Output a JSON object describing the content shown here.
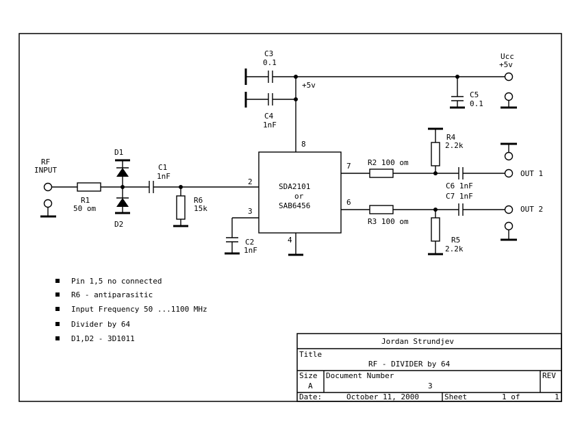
{
  "frame": {
    "border_color": "#000000",
    "background": "#ffffff"
  },
  "components": {
    "c3": {
      "ref": "C3",
      "value": "0.1"
    },
    "c4": {
      "ref": "C4",
      "value": "1nF"
    },
    "c5": {
      "ref": "C5",
      "value": "0.1"
    },
    "ucc": {
      "name": "Ucc",
      "value": "+5v"
    },
    "vcc_label": "+5v",
    "rf_input": {
      "line1": "RF",
      "line2": "INPUT"
    },
    "r1": {
      "ref": "R1",
      "value": "50 om"
    },
    "d1": "D1",
    "d2": "D2",
    "c1": {
      "ref": "C1",
      "value": "1nF"
    },
    "r6": {
      "ref": "R6",
      "value": "15k"
    },
    "c2": {
      "ref": "C2",
      "value": "1nF"
    },
    "ic": {
      "line1": "SDA2101",
      "line2": "or",
      "line3": "SAB6456"
    },
    "pins": {
      "p2": "2",
      "p3": "3",
      "p4": "4",
      "p6": "6",
      "p7": "7",
      "p8": "8"
    },
    "r2": "R2 100 om",
    "r3": "R3 100 om",
    "r4": {
      "ref": "R4",
      "value": "2.2k"
    },
    "r5": {
      "ref": "R5",
      "value": "2.2k"
    },
    "c6": "C6 1nF",
    "c7": "C7 1nF",
    "out1": "OUT 1",
    "out2": "OUT 2"
  },
  "notes": [
    "Pin 1,5  no connected",
    "R6 - antiparasitic",
    "Input Frequency 50 ...1100 MHz",
    "Divider by 64",
    "D1,D2 - 3D1011"
  ],
  "title_block": {
    "author": "Jordan Strundjev",
    "title_label": "Title",
    "title": "RF - DIVIDER  by  64",
    "size_label": "Size",
    "size": "A",
    "docnum_label": "Document Number",
    "docnum": "3",
    "rev_label": "REV",
    "date_label": "Date:",
    "date": "October 11, 2000",
    "sheet_label": "Sheet",
    "sheet": "1 of",
    "sheet_total": "1"
  }
}
